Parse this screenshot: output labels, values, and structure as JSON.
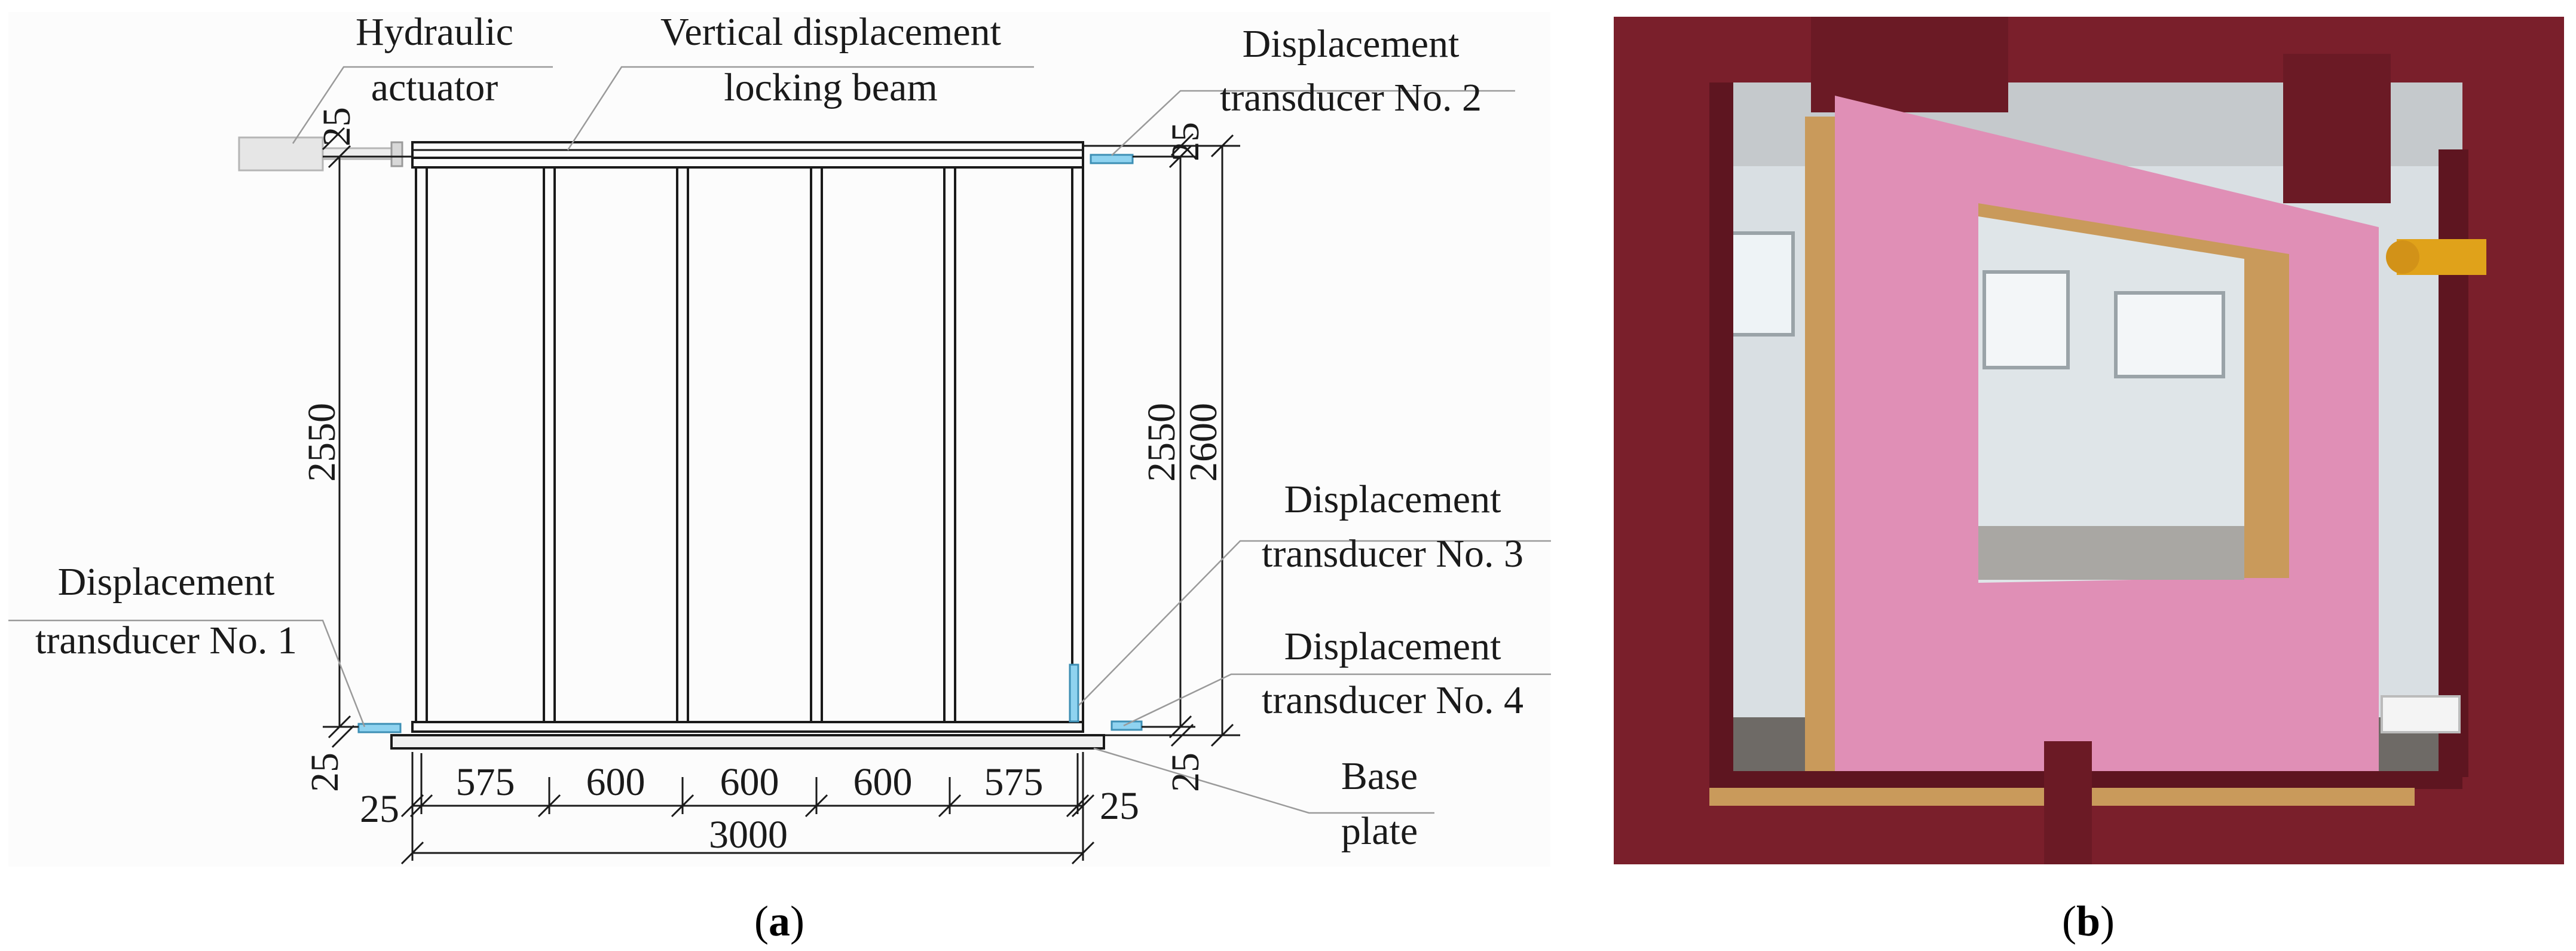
{
  "panel_a": {
    "caption": "(a)",
    "caption_letter": "a",
    "labels": {
      "hydraulic_actuator": [
        "Hydraulic",
        "actuator"
      ],
      "locking_beam": [
        "Vertical displacement",
        "locking beam"
      ],
      "transducer_2": [
        "Displacement",
        "transducer No. 2"
      ],
      "transducer_3": [
        "Displacement",
        "transducer No. 3"
      ],
      "transducer_4": [
        "Displacement",
        "transducer No. 4"
      ],
      "transducer_1": [
        "Displacement",
        "transducer No. 1"
      ],
      "base_plate": [
        "Base",
        "plate"
      ]
    },
    "dimensions": {
      "top_left_offset": "25",
      "top_right_offset": "25",
      "left_height": "2550",
      "right_height_inner": "2550",
      "right_height_outer": "2600",
      "bottom_left_vertical": "25",
      "bottom_right_vertical": "25",
      "bottom_left_horizontal": "25",
      "bottom_right_horizontal": "25",
      "stud_spacings": [
        "575",
        "600",
        "600",
        "600",
        "575"
      ],
      "total_width": "3000"
    },
    "colors": {
      "line": "#1a1a1a",
      "leader": "#9a9a9a",
      "transducer": "#8fd3f0",
      "actuator": "#e6e6e6"
    }
  },
  "panel_b": {
    "caption": "(b)",
    "caption_letter": "b",
    "colors": {
      "steel_frame": "#7a1f2b",
      "wall_board": "#e08fb6",
      "timber": "#c99a5b",
      "lab_background": "#d9dfe3"
    }
  }
}
